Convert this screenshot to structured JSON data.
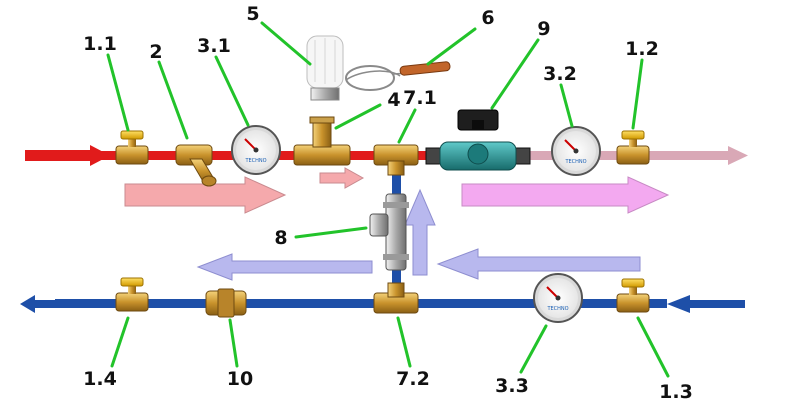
{
  "colors": {
    "supply_pipe": "#e11b1b",
    "supply_pipe_light": "#d9a8b6",
    "return_pipe": "#1e4fa8",
    "supply_arrow_fill": "#f5a9ac",
    "supply_arrow_light_fill": "#f3a9f0",
    "return_arrow_fill": "#b8b8ee",
    "leader_line": "#22c32a",
    "brass": "#d4a63a",
    "valve_handle": "#f0c010",
    "pump_body": "#2a9a9a"
  },
  "labels": {
    "l_1_1": "1.1",
    "l_2": "2",
    "l_3_1": "3.1",
    "l_5": "5",
    "l_6": "6",
    "l_9": "9",
    "l_3_2": "3.2",
    "l_1_2": "1.2",
    "l_4": "4",
    "l_7_1": "7.1",
    "l_8": "8",
    "l_1_4": "1.4",
    "l_10": "10",
    "l_7_2": "7.2",
    "l_3_3": "3.3",
    "l_1_3": "1.3"
  },
  "gauge_brand": "TECHNO"
}
